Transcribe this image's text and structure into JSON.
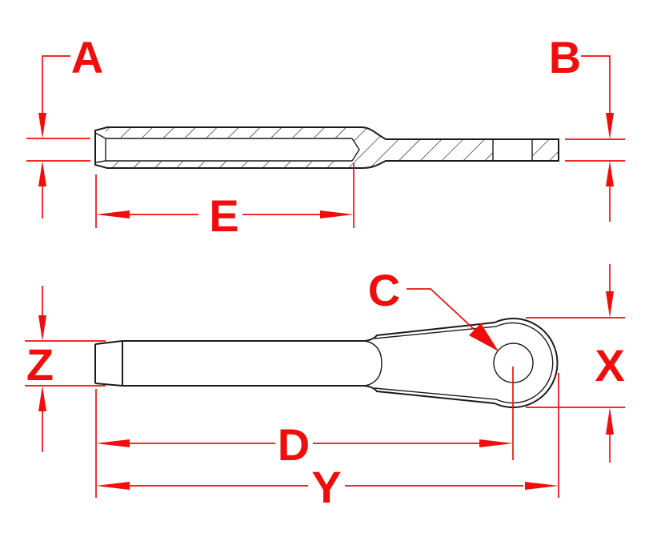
{
  "drawing": {
    "labels": {
      "A": "A",
      "B": "B",
      "C": "C",
      "D": "D",
      "E": "E",
      "X": "X",
      "Y": "Y",
      "Z": "Z"
    },
    "colors": {
      "dimension": "#f20d0d",
      "line": "#1b1b1b",
      "background": "#ffffff"
    }
  }
}
